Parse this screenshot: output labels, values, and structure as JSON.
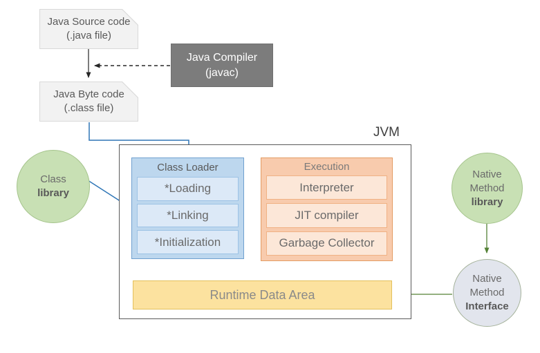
{
  "diagram": {
    "jvm_label": "JVM",
    "nodes": {
      "java_source": {
        "line1": "Java Source code",
        "line2": "(.java file)"
      },
      "java_compiler": {
        "line1": "Java Compiler",
        "line2": "(javac)"
      },
      "java_byte": {
        "line1": "Java Byte code",
        "line2": "(.class file)"
      },
      "class_library": {
        "line1": "Class",
        "line2": "library"
      },
      "class_loader": {
        "title": "Class Loader",
        "items": [
          "*Loading",
          "*Linking",
          "*Initialization"
        ]
      },
      "execution": {
        "title": "Execution",
        "items": [
          "Interpreter",
          "JIT compiler",
          "Garbage Collector"
        ]
      },
      "runtime_data_area": {
        "label": "Runtime Data Area"
      },
      "native_method_library": {
        "line1": "Native",
        "line2": "Method",
        "line3": "library"
      },
      "native_method_interface": {
        "line1": "Native",
        "line2": "Method",
        "line3": "Interface"
      }
    },
    "edges": [
      {
        "from": "java-source-code",
        "to": "java-byte-code",
        "style": "solid-black"
      },
      {
        "from": "java-compiler",
        "to": "source-to-byte-arrow",
        "style": "dashed-black"
      },
      {
        "from": "java-byte-code",
        "to": "class-loader",
        "style": "solid-blue"
      },
      {
        "from": "class-library",
        "to": "class-loader",
        "style": "solid-blue"
      },
      {
        "from": "class-loader",
        "to": "execution",
        "style": "solid-black-both-directions"
      },
      {
        "from": "class-loader",
        "to": "runtime-data-area",
        "style": "solid-black-both-directions"
      },
      {
        "from": "execution",
        "to": "runtime-data-area",
        "style": "solid-black-both-directions"
      },
      {
        "from": "native-method-library",
        "to": "native-method-interface",
        "style": "solid-green"
      },
      {
        "from": "native-method-interface",
        "to": "runtime-data-area",
        "style": "solid-green"
      }
    ],
    "colors": {
      "text_gray": "#595959",
      "doc_fill": "#f2f2f2",
      "doc_border": "#d9d9d9",
      "compiler_fill": "#7c7c7c",
      "compiler_border": "#6f6f6f",
      "compiler_text": "#ffffff",
      "jvm_border": "#595959",
      "blue_fill": "#bdd7ee",
      "blue_border": "#6fa0cf",
      "blue_sub_fill": "#dce9f7",
      "blue_sub_border": "#9cc2e5",
      "orange_fill": "#f8cbad",
      "orange_border": "#e39b62",
      "orange_sub_fill": "#fce7d8",
      "orange_sub_border": "#f0b183",
      "yellow_fill": "#fce29f",
      "yellow_border": "#e3c05c",
      "green_fill": "#c8e0b4",
      "green_border": "#a5c48c",
      "gray_circle_fill": "#e2e5ed",
      "gray_circle_border": "#a5b29b",
      "arrow_black": "#262626",
      "arrow_blue": "#2e75b6",
      "arrow_green": "#538135"
    }
  }
}
